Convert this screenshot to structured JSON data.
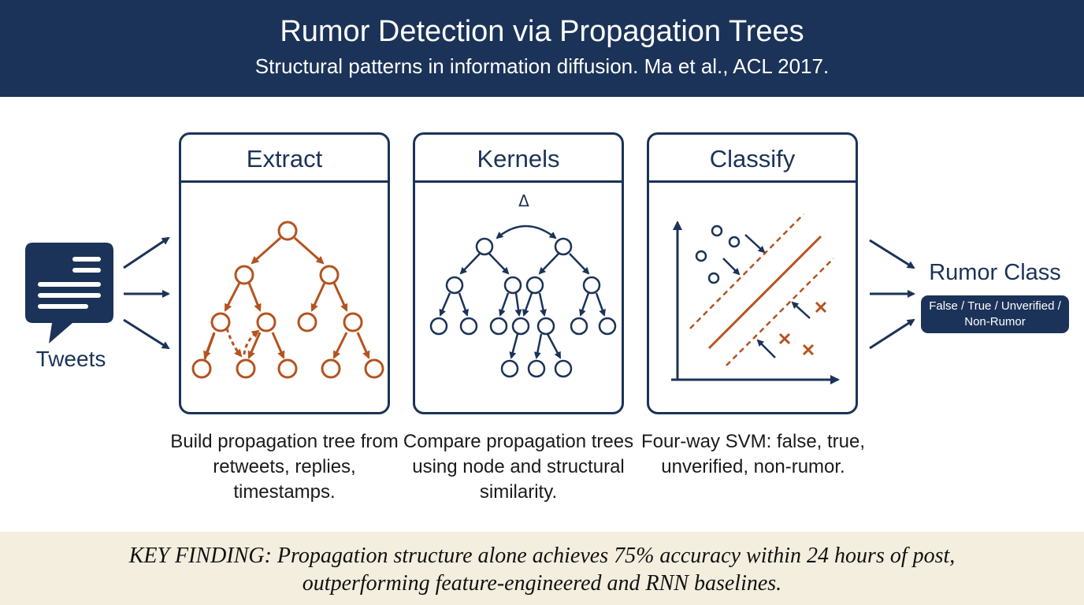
{
  "header": {
    "title": "Rumor Detection via Propagation Trees",
    "subtitle": "Structural patterns in information diffusion. Ma et al., ACL 2017."
  },
  "input": {
    "label": "Tweets",
    "icon": "twitter-bird-icon"
  },
  "stages": [
    {
      "title": "Extract",
      "description": "Build propagation tree from retweets, replies, timestamps."
    },
    {
      "title": "Kernels",
      "description": "Compare propagation trees using node and structural similarity.",
      "delta_symbol": "Δ"
    },
    {
      "title": "Classify",
      "description": "Four-way SVM: false, true, unverified, non-rumor."
    }
  ],
  "output": {
    "label": "Rumor Class",
    "classes": "False / True / Unverified / Non-Rumor"
  },
  "footer": {
    "finding": "KEY FINDING: Propagation structure alone achieves 75% accuracy within 24 hours of post, outperforming feature-engineered and RNN baselines."
  },
  "colors": {
    "navy": "#1b3358",
    "orange": "#b5531f",
    "cream": "#f3eedd"
  }
}
